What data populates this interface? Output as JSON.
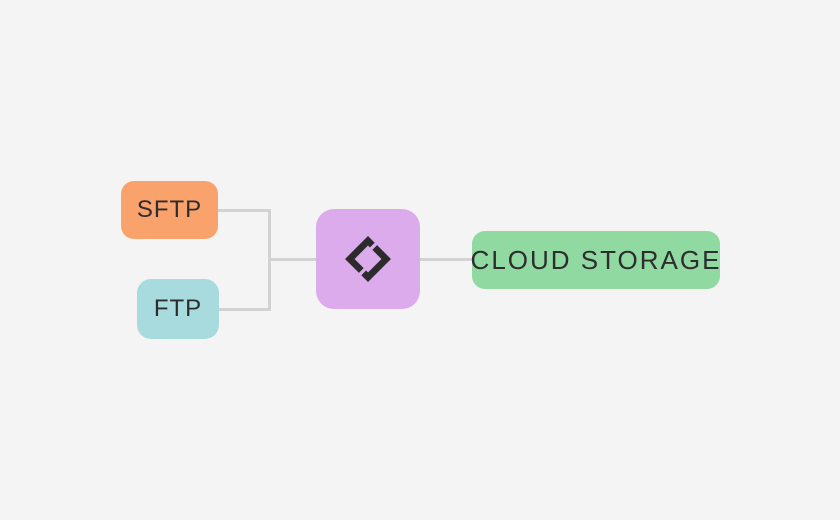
{
  "diagram": {
    "background": "#f5f4f5",
    "connector_color": "#d3d2d3",
    "text_color": "#2d2d30",
    "nodes": {
      "sftp": {
        "label": "SFTP",
        "color": "#f9a26b"
      },
      "ftp": {
        "label": "FTP",
        "color": "#a7dbde"
      },
      "transform": {
        "icon": "code-diamond-icon",
        "icon_color": "#2b2b2b",
        "color": "#dcabec"
      },
      "cloud_storage": {
        "label": "CLOUD STORAGE",
        "color": "#90d9a0"
      }
    },
    "edges": [
      {
        "from": "sftp",
        "to": "transform"
      },
      {
        "from": "ftp",
        "to": "transform"
      },
      {
        "from": "transform",
        "to": "cloud_storage"
      }
    ]
  }
}
